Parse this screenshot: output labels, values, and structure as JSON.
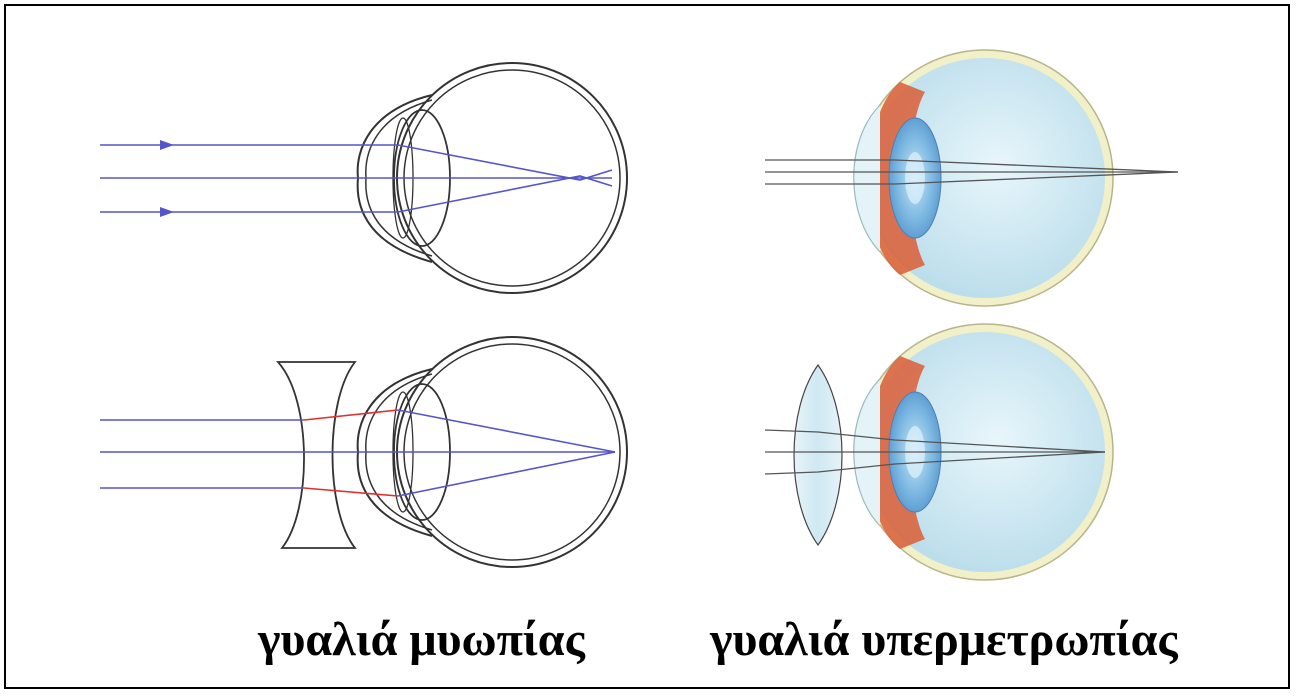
{
  "captions": {
    "myopia": "γυαλιά μυωπίας",
    "hyperopia": "γυαλιά υπερμετρωπίας"
  },
  "colors": {
    "ray_blue": "#5555cc",
    "ray_red": "#e03030",
    "ray_gray": "#555555",
    "eye_outline": "#333333",
    "eye_fill": "#d6eef6",
    "sclera_ring": "#f1f0c8",
    "muscle": "#d9653f"
  },
  "panels": [
    {
      "name": "myopia-uncorrected",
      "style": "line-art",
      "lens": "none"
    },
    {
      "name": "myopia-corrected",
      "style": "line-art",
      "lens": "concave"
    },
    {
      "name": "hyperopia-uncorrected",
      "style": "shaded",
      "lens": "none"
    },
    {
      "name": "hyperopia-corrected",
      "style": "shaded",
      "lens": "convex"
    }
  ]
}
